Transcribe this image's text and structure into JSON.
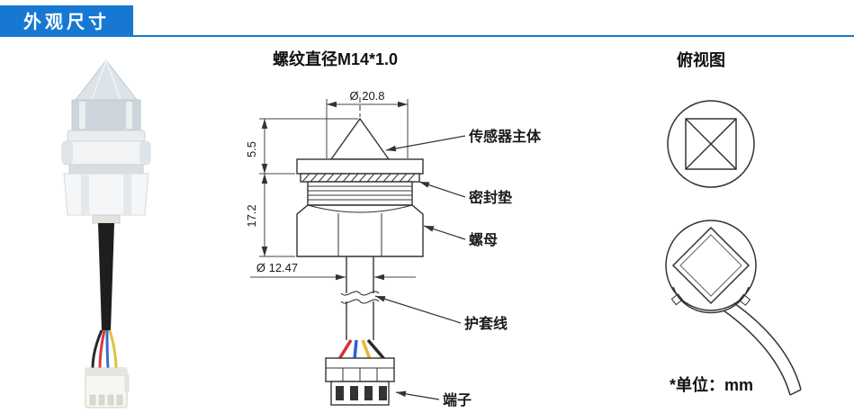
{
  "page": {
    "header_title": "外观尺寸"
  },
  "drawing": {
    "title": "螺纹直径M14*1.0",
    "dim_top_diameter": "Ø 20.8",
    "dim_cap_height": "5.5",
    "dim_body_height": "17.2",
    "dim_cable_diameter": "Ø 12.47",
    "label_sensor_body": "传感器主体",
    "label_gasket": "密封垫",
    "label_nut": "螺母",
    "label_sheath_wire": "护套线",
    "label_terminal": "端子"
  },
  "top_view": {
    "title": "俯视图",
    "unit_note": "*单位：mm"
  },
  "colors": {
    "accent_blue": "#1678d2",
    "line_dark": "#333333",
    "wire_red": "#d63030",
    "wire_blue": "#2f62cf",
    "wire_yellow": "#e3bb2a",
    "wire_black": "#2b2b2b"
  }
}
